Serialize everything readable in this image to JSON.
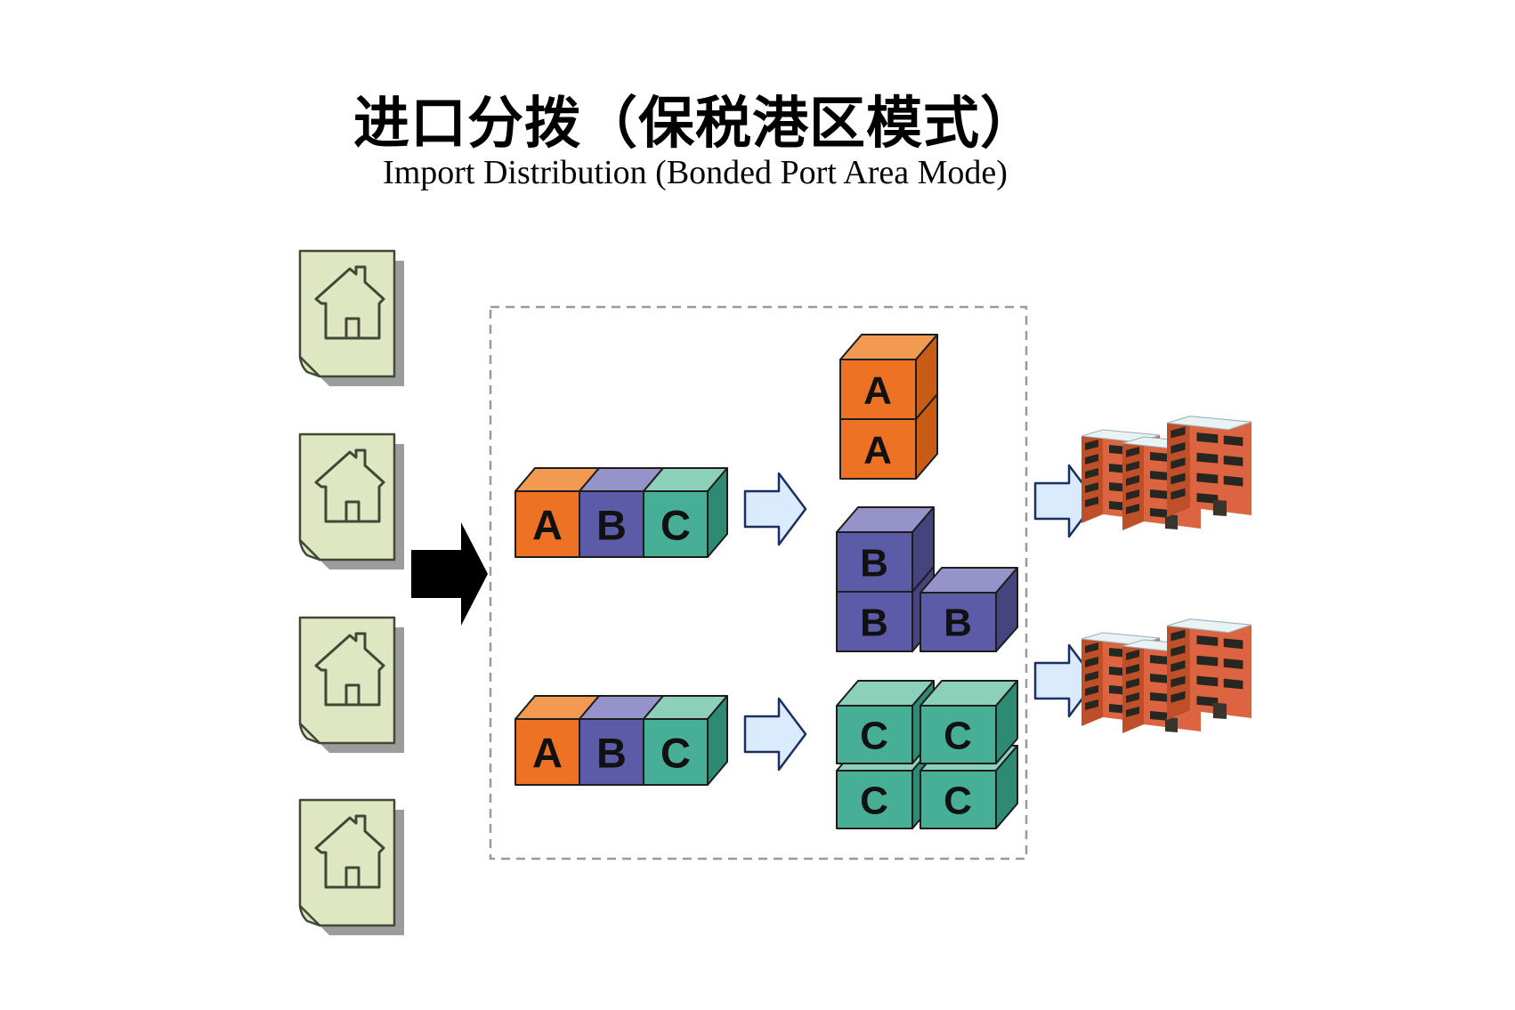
{
  "header": {
    "title": "进口分拨（保税港区模式）",
    "subtitle": "Import Distribution (Bonded Port Area Mode)"
  },
  "source_documents": {
    "icon": "house-document-icon",
    "count": 4
  },
  "mixed_rows": [
    {
      "cells": [
        "A",
        "B",
        "C"
      ]
    },
    {
      "cells": [
        "A",
        "B",
        "C"
      ]
    }
  ],
  "sorted_groups": {
    "a_stack": [
      "A",
      "A"
    ],
    "b_group": [
      "B",
      "B",
      "B"
    ],
    "c_grid": [
      "C",
      "C",
      "C",
      "C"
    ]
  },
  "icons": {
    "flow_arrow": "black-right-arrow-icon",
    "distribution_arrow": "blue-right-arrow-icon",
    "destination": "buildings-icon"
  },
  "palette": {
    "orange_front": "#ed7223",
    "orange_top": "#f29a52",
    "orange_side": "#c95c15",
    "purple_front": "#5c5ba7",
    "purple_top": "#9693cb",
    "purple_side": "#45447f",
    "teal_front": "#47af95",
    "teal_top": "#8cd0ba",
    "teal_side": "#2e8a73",
    "doc_page": "#dfe7c2",
    "doc_outline": "#3f4936",
    "doc_shadow": "#9c9c9c",
    "arrow_black": "#000000",
    "arrow_blue_fill": "#d9ebfc",
    "arrow_blue_stroke": "#1c2f63",
    "building_front": "#dd6440",
    "building_side": "#bf4f28",
    "building_roof": "#e9f2f4",
    "building_window": "#272722",
    "box_border": "#9a9a9a",
    "outline": "#1d1d1d"
  }
}
